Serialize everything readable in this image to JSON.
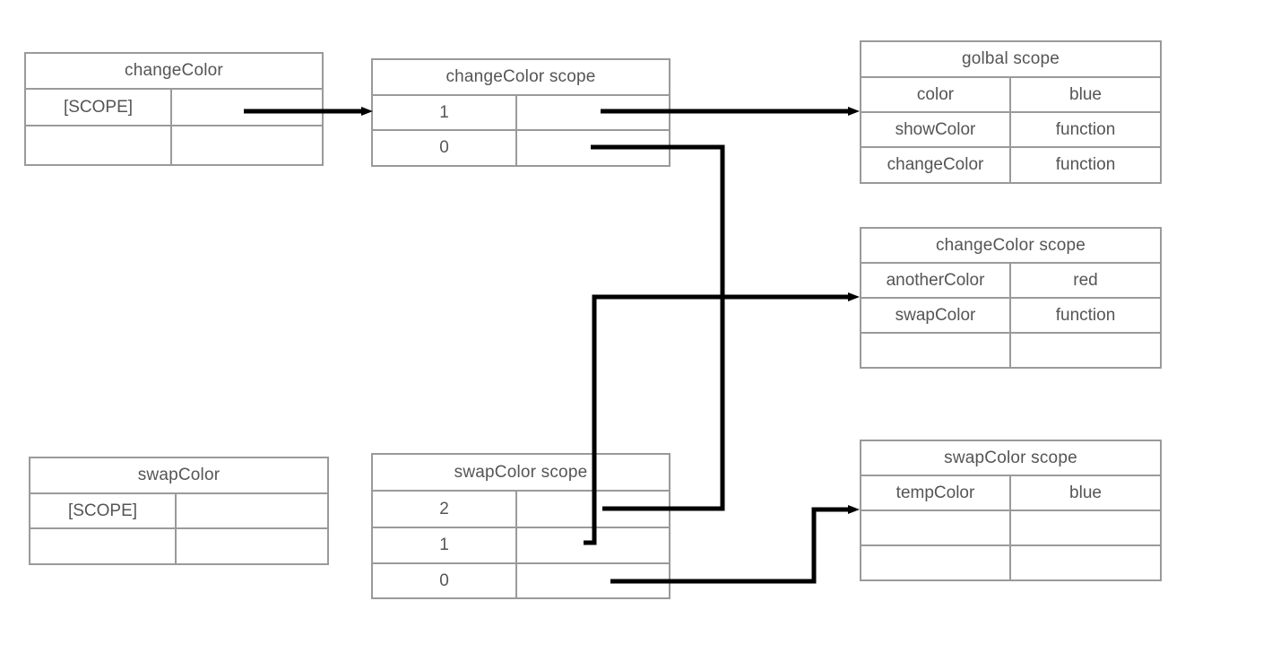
{
  "diagram": {
    "title": "JavaScript scope chain diagram",
    "line_color": "#000000",
    "table_border_color": "#9a9a9a",
    "text_color": "#555555",
    "background": "#ffffff"
  },
  "tables": [
    {
      "id": "changeColor-function",
      "header": "changeColor",
      "rows": [
        {
          "left": "[SCOPE]",
          "right": ""
        },
        {
          "left": "",
          "right": ""
        }
      ]
    },
    {
      "id": "changeColor-scope-chain",
      "header": "changeColor scope",
      "rows": [
        {
          "left": "1",
          "right": ""
        },
        {
          "left": "0",
          "right": ""
        }
      ]
    },
    {
      "id": "global-scope",
      "header": "golbal scope",
      "rows": [
        {
          "left": "color",
          "right": "blue"
        },
        {
          "left": "showColor",
          "right": "function"
        },
        {
          "left": "changeColor",
          "right": "function"
        }
      ]
    },
    {
      "id": "changeColor-scope-object",
      "header": "changeColor scope",
      "rows": [
        {
          "left": "anotherColor",
          "right": "red"
        },
        {
          "left": "swapColor",
          "right": "function"
        },
        {
          "left": "",
          "right": ""
        }
      ]
    },
    {
      "id": "swapColor-function",
      "header": "swapColor",
      "rows": [
        {
          "left": "[SCOPE]",
          "right": ""
        },
        {
          "left": "",
          "right": ""
        }
      ]
    },
    {
      "id": "swapColor-scope-chain",
      "header": "swapColor scope",
      "rows": [
        {
          "left": "2",
          "right": ""
        },
        {
          "left": "1",
          "right": ""
        },
        {
          "left": "0",
          "right": ""
        }
      ]
    },
    {
      "id": "swapColor-scope-object",
      "header": "swapColor scope",
      "rows": [
        {
          "left": "tempColor",
          "right": "blue"
        },
        {
          "left": "",
          "right": ""
        },
        {
          "left": "",
          "right": ""
        }
      ]
    }
  ],
  "connectors": [
    {
      "id": "changeColor-scope-link",
      "from": "changeColor-function.[SCOPE]",
      "to": "changeColor-scope-chain",
      "arrow": true
    },
    {
      "id": "chain1-to-global",
      "from": "changeColor-scope-chain.1",
      "to": "global-scope",
      "arrow": true
    },
    {
      "id": "chain0-to-changeColor-scope",
      "from": "changeColor-scope-chain.0",
      "to": "changeColor-scope-object",
      "arrow": true
    },
    {
      "id": "swap2-to-changeColor-scope",
      "from": "swapColor-scope-chain.2",
      "to": "changeColor-scope-object",
      "arrow": false
    },
    {
      "id": "swap1-to-changeColor-scope",
      "from": "swapColor-scope-chain.1",
      "to": "changeColor-scope-object",
      "arrow": false
    },
    {
      "id": "swap0-to-swapColor-scope",
      "from": "swapColor-scope-chain.0",
      "to": "swapColor-scope-object",
      "arrow": true
    }
  ]
}
